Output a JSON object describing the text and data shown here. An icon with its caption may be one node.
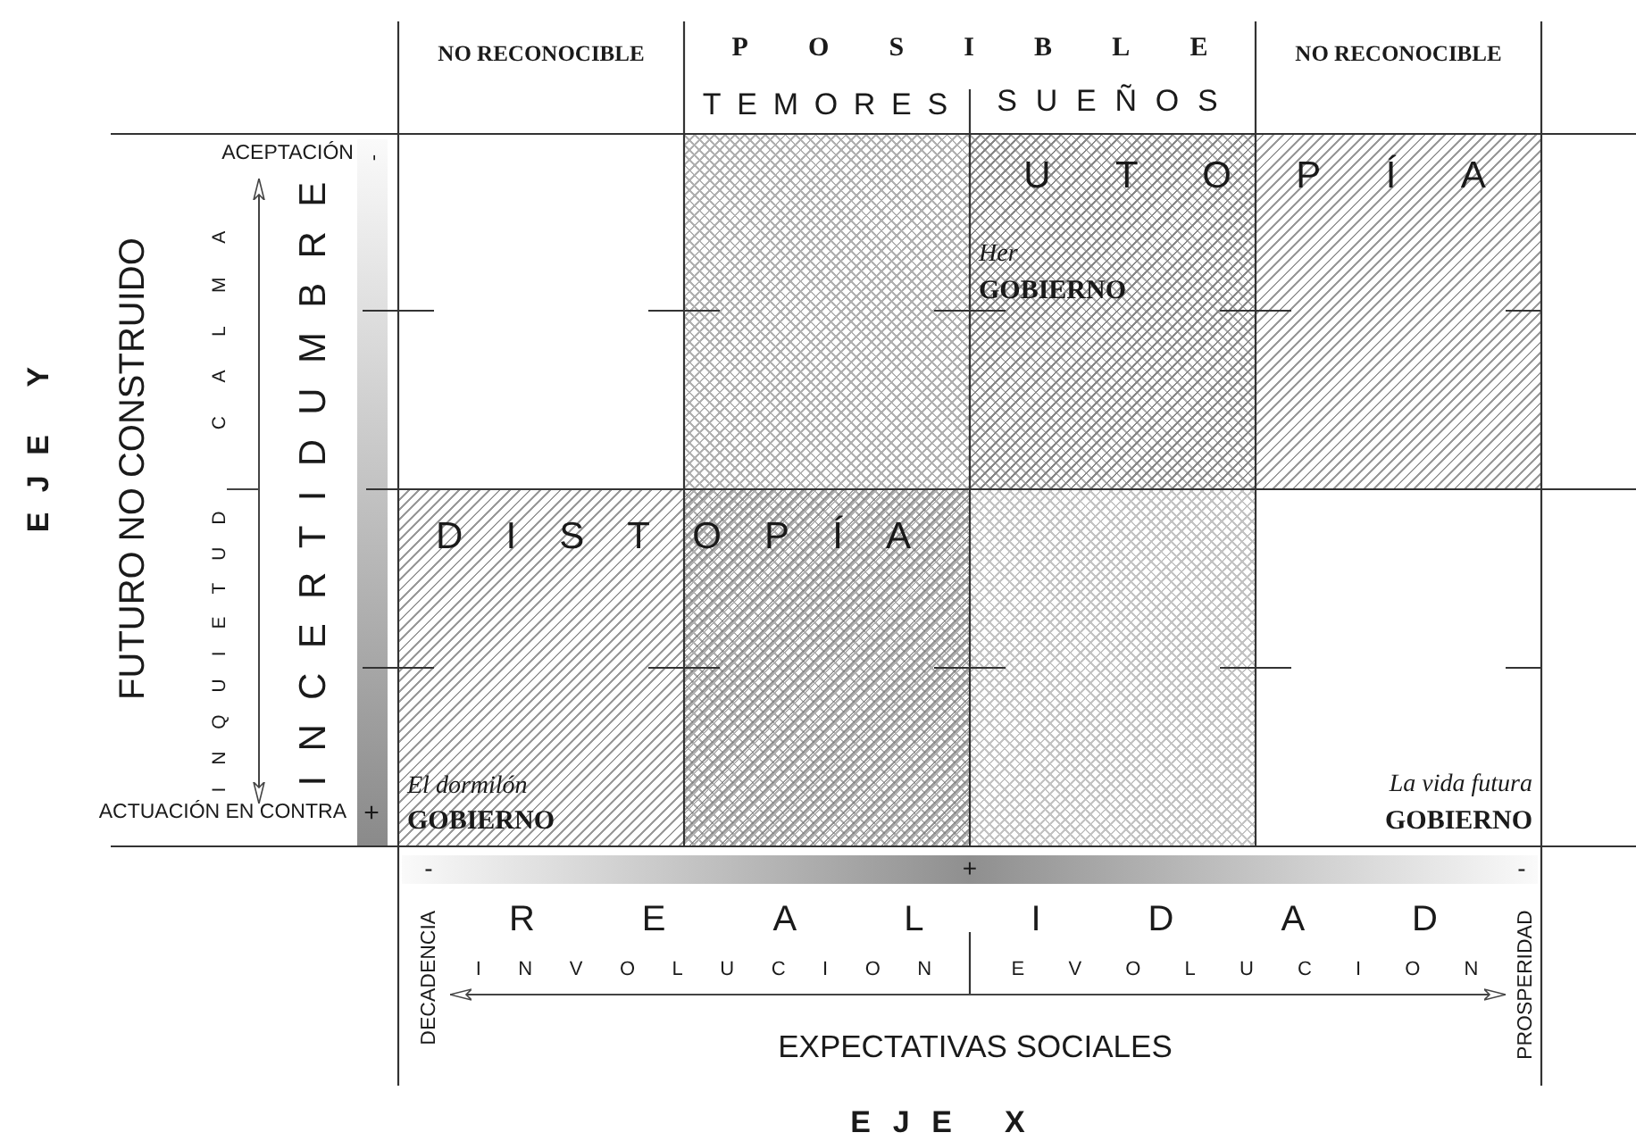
{
  "diagram": {
    "nodes": [
      {
        "text": [
          "UTOPÍA",
          "Her",
          "GOBIERNO"
        ]
      },
      {
        "text": [
          "DISTOPÍA",
          "El dormilón",
          "GOBIERNO"
        ]
      },
      {
        "text": [],
        "shape": "box"
      },
      {
        "text": [],
        "shape": "box"
      }
    ],
    "labels": [
      "NO RECONOCIBLE",
      "POSIBLE",
      "NO RECONOCIBLE",
      "TEMORES",
      "SUEÑOS",
      "ACEPTACIÓN",
      "-",
      "EJE Y",
      "FUTURO NO CONSTRUIDO",
      "CALMA",
      "INQUIETUD",
      "INCERTIDUMBRE",
      "La vida futura",
      "GOBIERNO",
      "ACTUACIÓN EN CONTRA",
      "+",
      "-",
      "+",
      "-",
      "REALIDAD",
      "DECADENCIA",
      "INVOLUCION",
      "EVOLUCION",
      "PROSPERIDAD",
      "EXPECTATIVAS SOCIALES",
      "EJE X"
    ]
  }
}
